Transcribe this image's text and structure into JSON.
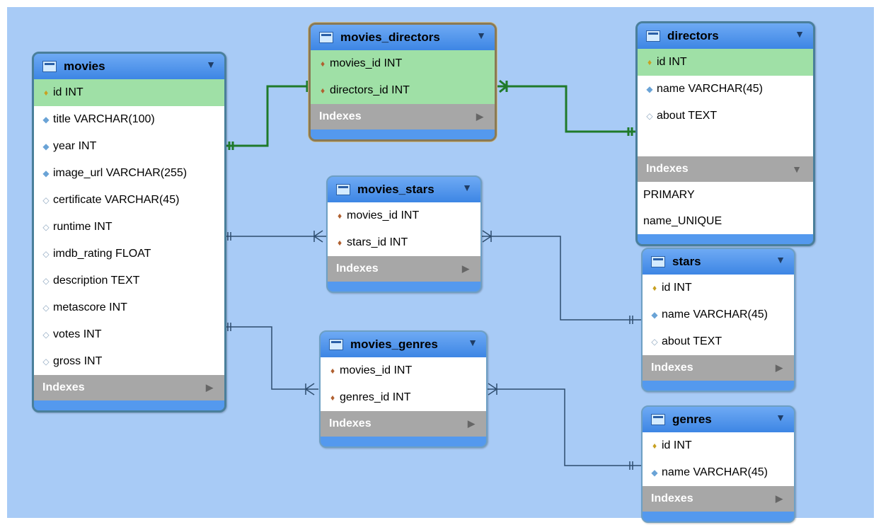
{
  "colors": {
    "background": "#a8cbf6",
    "header": "#5499ee",
    "pk_row": "#9fe0a6",
    "indexes": "#a7a7a7",
    "line_green": "#1f7a2a",
    "line_blue": "#2e4d6e"
  },
  "indexes_label": "Indexes",
  "tables": {
    "movies": {
      "name": "movies",
      "columns": [
        {
          "text": "id INT",
          "icon": "key-icon"
        },
        {
          "text": "title VARCHAR(100)",
          "icon": "filled-diamond-icon"
        },
        {
          "text": "year INT",
          "icon": "filled-diamond-icon"
        },
        {
          "text": "image_url VARCHAR(255)",
          "icon": "filled-diamond-icon"
        },
        {
          "text": "certificate VARCHAR(45)",
          "icon": "hollow-diamond-icon"
        },
        {
          "text": "runtime INT",
          "icon": "hollow-diamond-icon"
        },
        {
          "text": "imdb_rating FLOAT",
          "icon": "hollow-diamond-icon"
        },
        {
          "text": "description TEXT",
          "icon": "hollow-diamond-icon"
        },
        {
          "text": "metascore INT",
          "icon": "hollow-diamond-icon"
        },
        {
          "text": "votes INT",
          "icon": "hollow-diamond-icon"
        },
        {
          "text": "gross INT",
          "icon": "hollow-diamond-icon"
        }
      ]
    },
    "movies_directors": {
      "name": "movies_directors",
      "columns": [
        {
          "text": "movies_id INT",
          "icon": "foreign-key-icon"
        },
        {
          "text": "directors_id INT",
          "icon": "foreign-key-icon"
        }
      ]
    },
    "directors": {
      "name": "directors",
      "columns": [
        {
          "text": "id INT",
          "icon": "key-icon"
        },
        {
          "text": "name VARCHAR(45)",
          "icon": "filled-diamond-icon"
        },
        {
          "text": "about TEXT",
          "icon": "hollow-diamond-icon"
        }
      ],
      "index_entries": [
        "PRIMARY",
        "name_UNIQUE"
      ]
    },
    "movies_stars": {
      "name": "movies_stars",
      "columns": [
        {
          "text": "movies_id INT",
          "icon": "foreign-key-icon"
        },
        {
          "text": "stars_id INT",
          "icon": "foreign-key-icon"
        }
      ]
    },
    "stars": {
      "name": "stars",
      "columns": [
        {
          "text": "id INT",
          "icon": "key-icon"
        },
        {
          "text": "name VARCHAR(45)",
          "icon": "filled-diamond-icon"
        },
        {
          "text": "about TEXT",
          "icon": "hollow-diamond-icon"
        }
      ]
    },
    "movies_genres": {
      "name": "movies_genres",
      "columns": [
        {
          "text": "movies_id INT",
          "icon": "foreign-key-icon"
        },
        {
          "text": "genres_id INT",
          "icon": "foreign-key-icon"
        }
      ]
    },
    "genres": {
      "name": "genres",
      "columns": [
        {
          "text": "id INT",
          "icon": "key-icon"
        },
        {
          "text": "name VARCHAR(45)",
          "icon": "filled-diamond-icon"
        }
      ]
    }
  }
}
